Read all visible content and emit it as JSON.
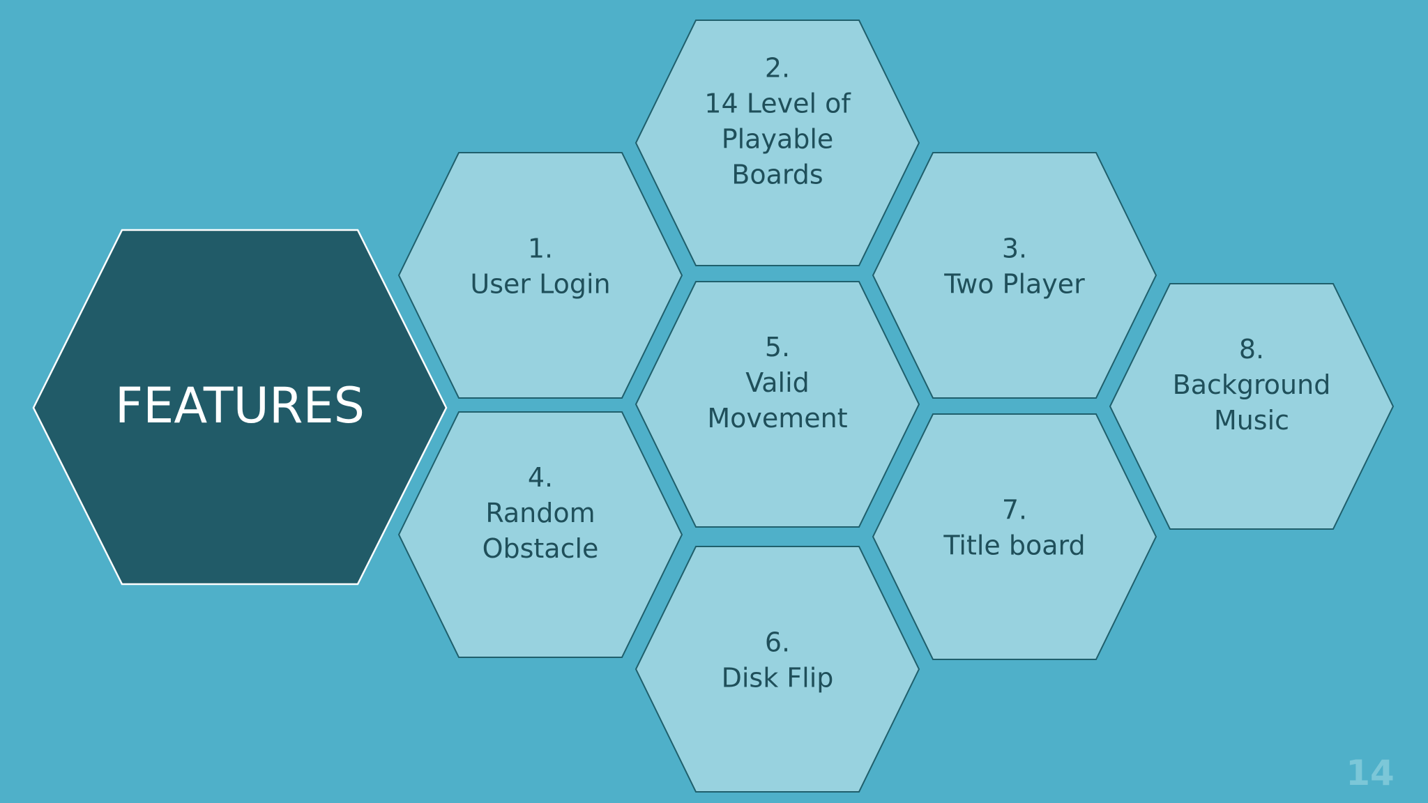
{
  "title": "FEATURES",
  "page_number": "14",
  "colors": {
    "background": "#4fb0c9",
    "hex_fill": "#98d2df",
    "hex_stroke": "#1f5f6c",
    "title_fill": "#215b68",
    "text": "#1f4f5a"
  },
  "features": [
    {
      "number": "1.",
      "lines": [
        "User Login"
      ]
    },
    {
      "number": "2.",
      "lines": [
        "14 Level of",
        "Playable",
        "Boards"
      ]
    },
    {
      "number": "3.",
      "lines": [
        "Two Player"
      ]
    },
    {
      "number": "4.",
      "lines": [
        "Random",
        "Obstacle"
      ]
    },
    {
      "number": "5.",
      "lines": [
        "Valid",
        "Movement"
      ]
    },
    {
      "number": "6.",
      "lines": [
        "Disk Flip"
      ]
    },
    {
      "number": "7.",
      "lines": [
        "Title board"
      ]
    },
    {
      "number": "8.",
      "lines": [
        "Background",
        "Music"
      ]
    }
  ]
}
